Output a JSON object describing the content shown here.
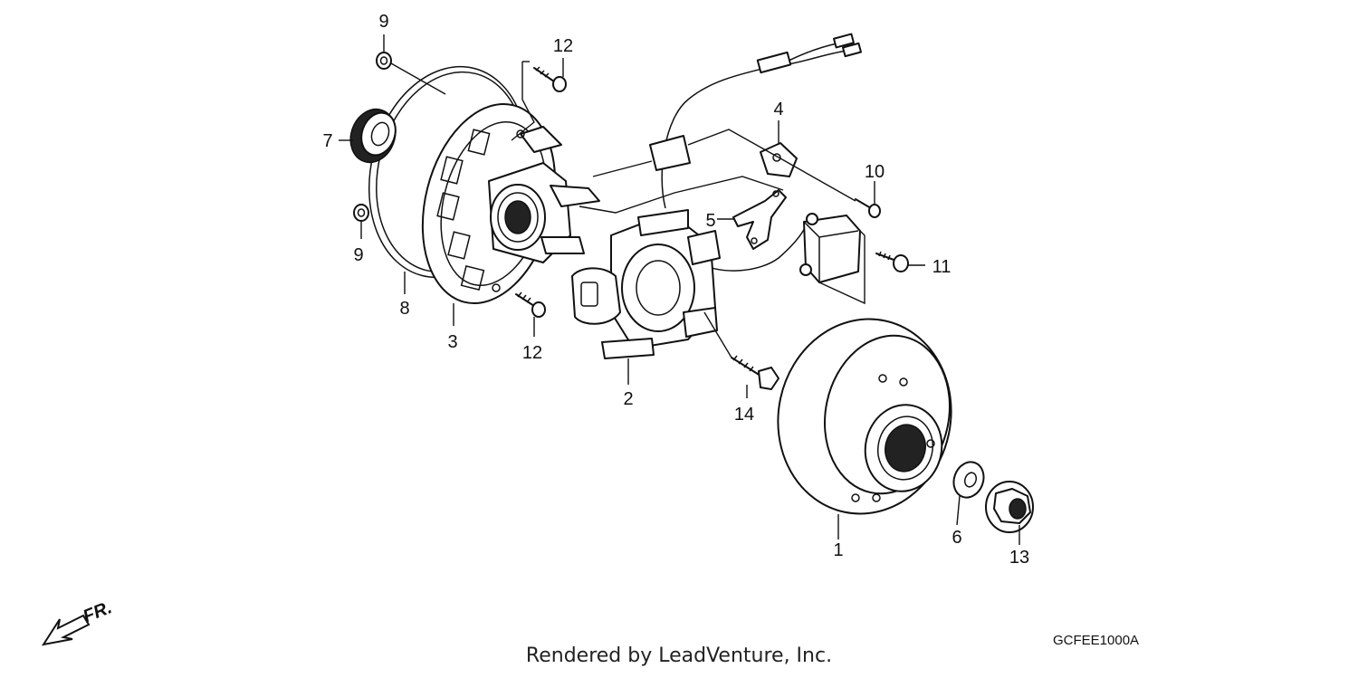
{
  "callouts": [
    {
      "label": "9"
    },
    {
      "label": "7"
    },
    {
      "label": "9"
    },
    {
      "label": "8"
    },
    {
      "label": "3"
    },
    {
      "label": "12"
    },
    {
      "label": "12"
    },
    {
      "label": "2"
    },
    {
      "label": "14"
    },
    {
      "label": "4"
    },
    {
      "label": "5"
    },
    {
      "label": "10"
    },
    {
      "label": "11"
    },
    {
      "label": "1"
    },
    {
      "label": "6"
    },
    {
      "label": "13"
    }
  ],
  "direction_label": "FR.",
  "diagram_code": "GCFEE1000A",
  "footer": "Rendered by LeadVenture, Inc."
}
